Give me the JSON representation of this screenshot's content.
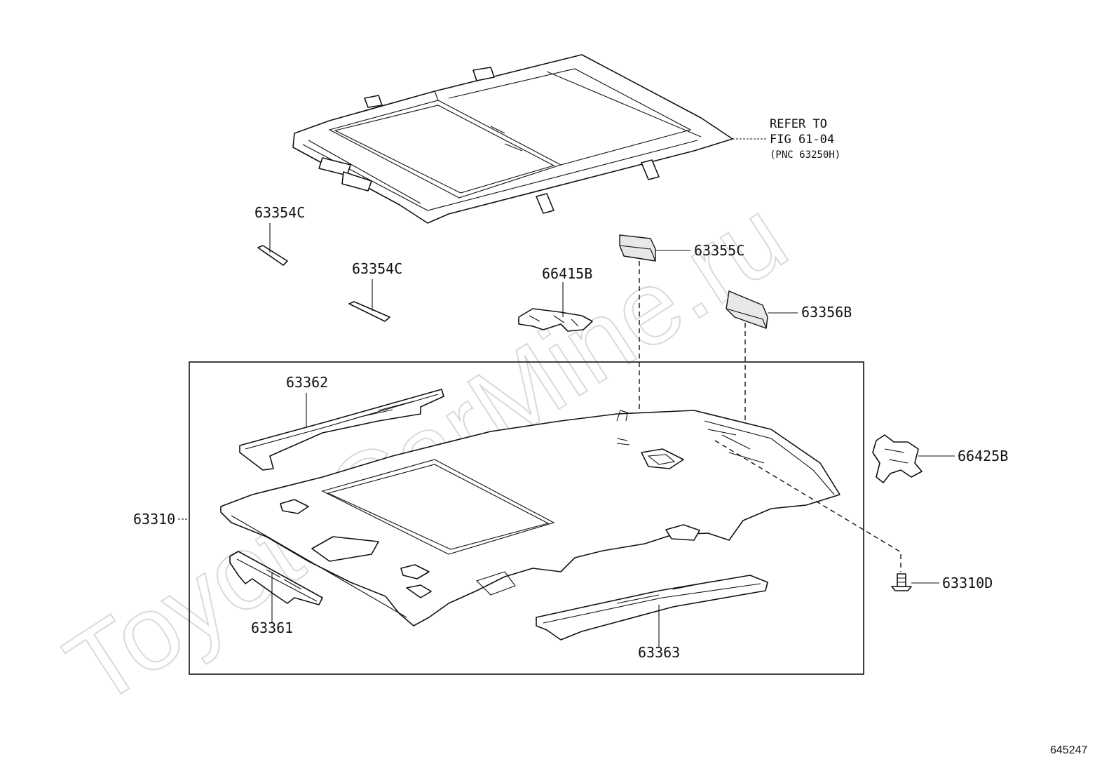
{
  "watermark": "ToyotaCarMine.ru",
  "figure_number": "645247",
  "reference_note": {
    "line1": "REFER TO",
    "line2": "FIG 61-04",
    "line3": "(PNC 63250H)"
  },
  "part_labels": {
    "p63354C_a": "63354C",
    "p63354C_b": "63354C",
    "p66415B": "66415B",
    "p63355C": "63355C",
    "p63356B": "63356B",
    "p63362": "63362",
    "p63310": "63310",
    "p66425B": "66425B",
    "p63361": "63361",
    "p63310D": "63310D",
    "p63363": "63363"
  }
}
